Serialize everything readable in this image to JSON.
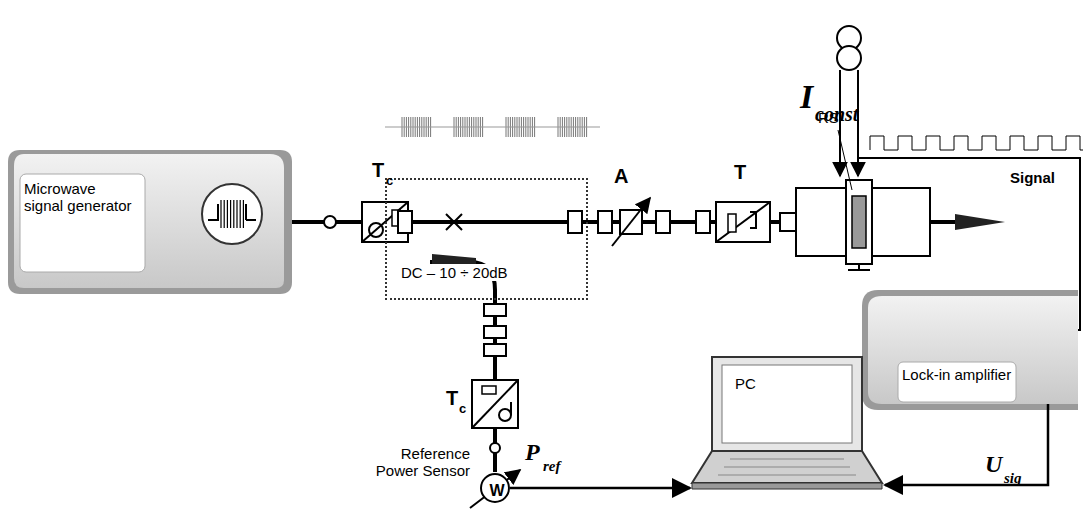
{
  "diagram": {
    "nodes": [
      {
        "text": [
          "Microwave signal generator"
        ]
      },
      {
        "text": [
          "DC – 10 ÷ 20dB"
        ]
      },
      {
        "text": [
          "Lock-in amplifier"
        ]
      },
      {
        "text": [
          "PC"
        ]
      },
      {
        "text": [
          "Reference Power Sensor",
          "W"
        ]
      }
    ],
    "edges": [
      {
        "from": 4,
        "to": 3,
        "arrow": "to"
      },
      {
        "from": 2,
        "to": 3,
        "arrow": "to"
      }
    ],
    "labels": [
      "T",
      "c",
      "A",
      "T",
      "RS",
      "I",
      "const",
      "Signal",
      "T",
      "c",
      "P",
      "ref",
      "U",
      "sig"
    ]
  }
}
